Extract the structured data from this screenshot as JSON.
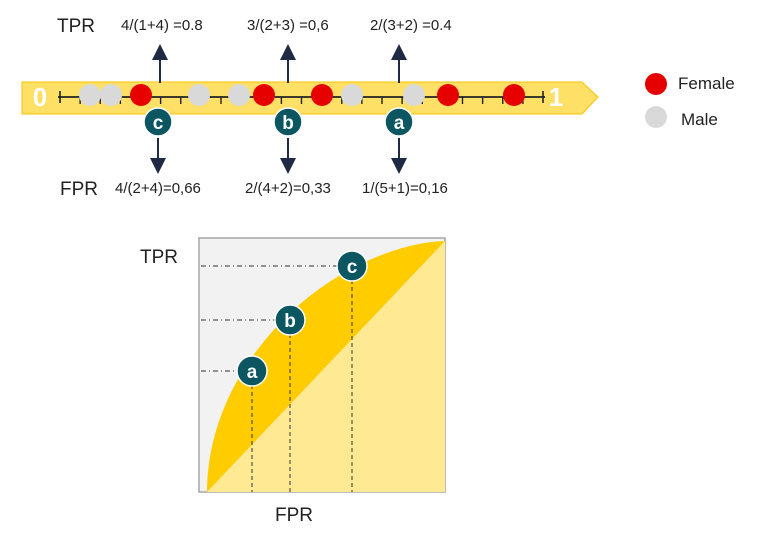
{
  "threshold_line": {
    "start_label": "0",
    "end_label": "1",
    "tpr_label": "TPR",
    "fpr_label": "FPR",
    "tpr_values": [
      "4/(1+4) =0.8",
      "3/(2+3) =0,6",
      "2/(3+2) =0.4"
    ],
    "fpr_values": [
      "4/(2+4)=0,66",
      "2/(4+2)=0,33",
      "1/(5+1)=0,16"
    ],
    "markers": [
      "c",
      "b",
      "a"
    ],
    "dots": [
      "male",
      "male",
      "female",
      "male",
      "male",
      "female",
      "female",
      "male",
      "male",
      "female",
      "female"
    ]
  },
  "legend": {
    "female": "Female",
    "male": "Male"
  },
  "roc": {
    "ylabel": "TPR",
    "xlabel": "FPR",
    "points": [
      "a",
      "b",
      "c"
    ]
  },
  "colors": {
    "band": "#FFE066",
    "band_edge": "#F5C400",
    "female": "#E60000",
    "male": "#D9D9D9",
    "marker": "#0B5660",
    "area_dark": "#FFCC00",
    "area_light": "#FFE993",
    "plot_bg": "#F2F2F2"
  }
}
